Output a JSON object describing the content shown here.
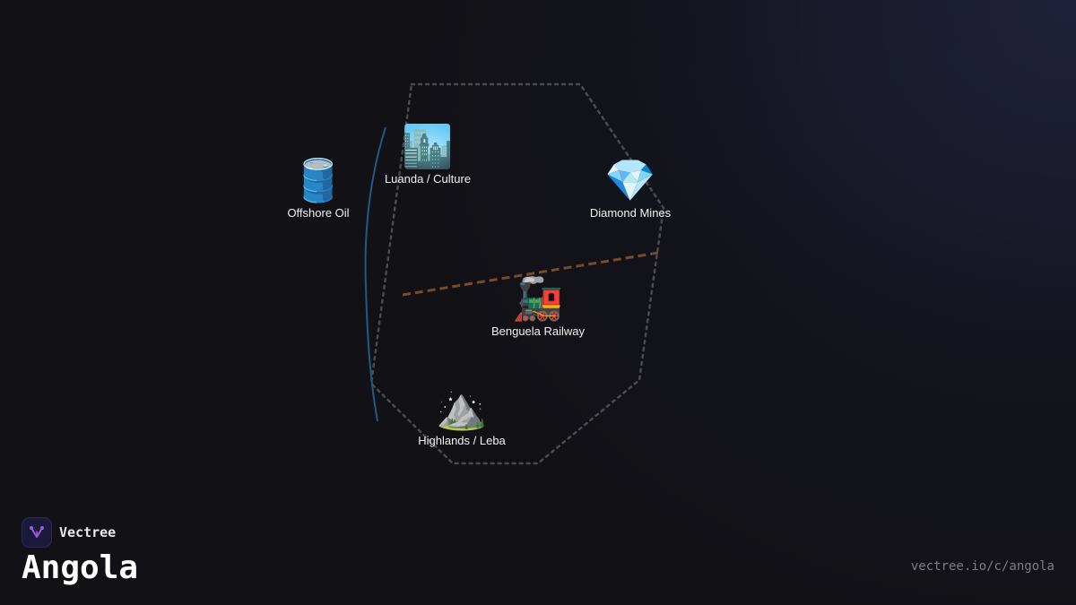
{
  "page": {
    "title": "Angola",
    "brand": "Vectree",
    "url": "vectree.io/c/angola"
  },
  "colors": {
    "background": "#111116",
    "border_line": "#4a4a52",
    "railway_line": "#7a4a28",
    "coast_line": "#1f5a85",
    "logo_accent": "#a259d9"
  },
  "map": {
    "markers": [
      {
        "id": "offshore-oil",
        "icon": "oil-barrel-icon",
        "emoji": "🛢️",
        "label": "Offshore Oil"
      },
      {
        "id": "luanda",
        "icon": "cityscape-icon",
        "emoji": "🏙️",
        "label": "Luanda / Culture"
      },
      {
        "id": "diamond-mines",
        "icon": "gem-icon",
        "emoji": "💎",
        "label": "Diamond Mines"
      },
      {
        "id": "benguela-railway",
        "icon": "locomotive-icon",
        "emoji": "🚂",
        "label": "Benguela Railway"
      },
      {
        "id": "highlands",
        "icon": "mountain-icon",
        "emoji": "⛰️",
        "label": "Highlands / Leba"
      }
    ]
  }
}
